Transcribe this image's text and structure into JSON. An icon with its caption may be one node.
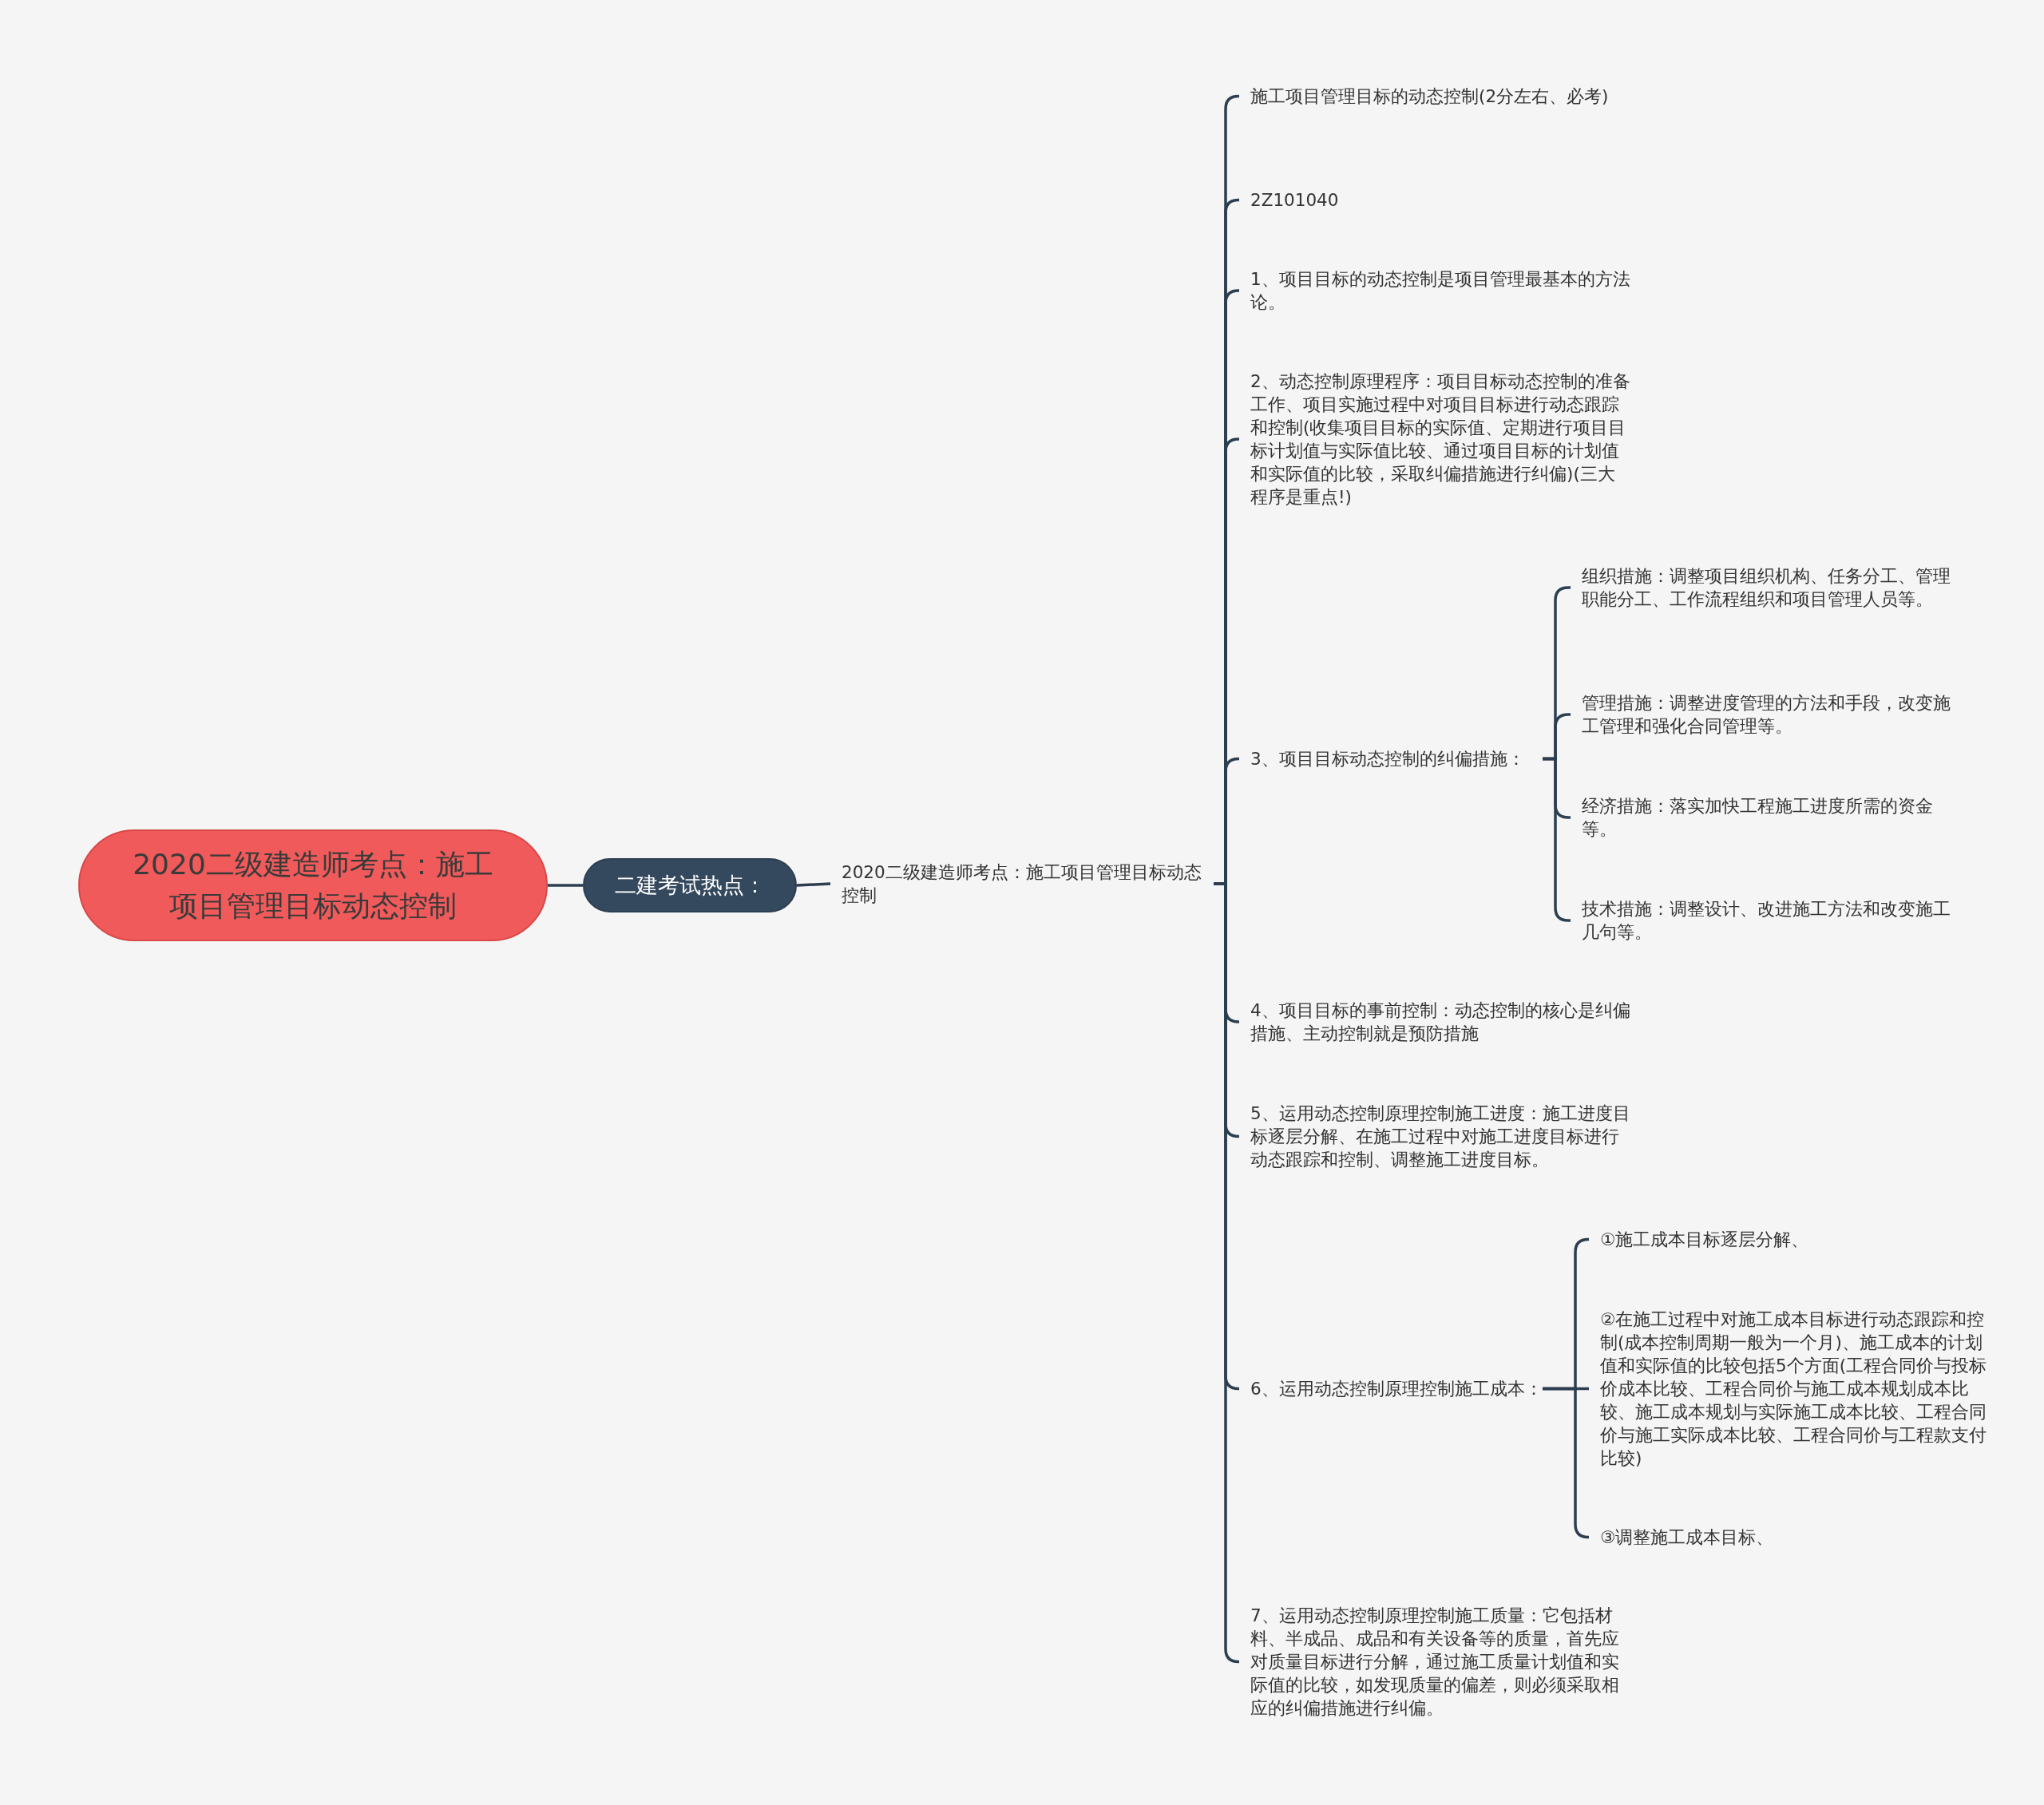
{
  "diagram": {
    "nodes": [
      {
        "text": [
          "2020二级建造师考点：施工项目管理目标动态控制"
        ]
      },
      {
        "text": [
          "二建考试热点："
        ]
      },
      {
        "text": [
          "2020二级建造师考点：施工项目管理目标动态控制"
        ]
      },
      {
        "text": [
          "施工项目管理目标的动态控制(2分左右、必考)"
        ]
      },
      {
        "text": [
          "2Z101040"
        ]
      },
      {
        "text": [
          "1、项目目标的动态控制是项目管理最基本的方法论。"
        ]
      },
      {
        "text": [
          "2、动态控制原理程序：项目目标动态控制的准备工作、项目实施过程中对项目目标进行动态跟踪和控制(收集项目目标的实际值、定期进行项目目标计划值与实际值比较、通过项目目标的计划值和实际值的比较，采取纠偏措施进行纠偏)(三大程序是重点!)"
        ]
      },
      {
        "text": [
          "3、项目目标动态控制的纠偏措施："
        ]
      },
      {
        "text": [
          "组织措施：调整项目组织机构、任务分工、管理职能分工、工作流程组织和项目管理人员等。"
        ]
      },
      {
        "text": [
          "管理措施：调整进度管理的方法和手段，改变施工管理和强化合同管理等。"
        ]
      },
      {
        "text": [
          "经济措施：落实加快工程施工进度所需的资金等。"
        ]
      },
      {
        "text": [
          "技术措施：调整设计、改进施工方法和改变施工几句等。"
        ]
      },
      {
        "text": [
          "4、项目目标的事前控制：动态控制的核心是纠偏措施、主动控制就是预防措施"
        ]
      },
      {
        "text": [
          "5、运用动态控制原理控制施工进度：施工进度目标逐层分解、在施工过程中对施工进度目标进行动态跟踪和控制、调整施工进度目标。"
        ]
      },
      {
        "text": [
          "6、运用动态控制原理控制施工成本："
        ]
      },
      {
        "text": [
          "①施工成本目标逐层分解、"
        ]
      },
      {
        "text": [
          "②在施工过程中对施工成本目标进行动态跟踪和控制(成本控制周期一般为一个月)、施工成本的计划值和实际值的比较包括5个方面(工程合同价与投标价成本比较、工程合同价与施工成本规划成本比较、施工成本规划与实际施工成本比较、工程合同价与施工实际成本比较、工程合同价与工程款支付比较)"
        ]
      },
      {
        "text": [
          "③调整施工成本目标、"
        ]
      },
      {
        "text": [
          "7、运用动态控制原理控制施工质量：它包括材料、半成品、成品和有关设备等的质量，首先应对质量目标进行分解，通过施工质量计划值和实际值的比较，如发现质量的偏差，则必须采取相应的纠偏措施进行纠偏。"
        ]
      }
    ],
    "edges": [
      {
        "from": 0,
        "to": 1,
        "arrow": "none"
      },
      {
        "from": 1,
        "to": 2,
        "arrow": "none"
      },
      {
        "from": 2,
        "to": 3,
        "arrow": "none"
      },
      {
        "from": 2,
        "to": 4,
        "arrow": "none"
      },
      {
        "from": 2,
        "to": 5,
        "arrow": "none"
      },
      {
        "from": 2,
        "to": 6,
        "arrow": "none"
      },
      {
        "from": 2,
        "to": 7,
        "arrow": "none"
      },
      {
        "from": 7,
        "to": 8,
        "arrow": "none"
      },
      {
        "from": 7,
        "to": 9,
        "arrow": "none"
      },
      {
        "from": 7,
        "to": 10,
        "arrow": "none"
      },
      {
        "from": 7,
        "to": 11,
        "arrow": "none"
      },
      {
        "from": 2,
        "to": 12,
        "arrow": "none"
      },
      {
        "from": 2,
        "to": 13,
        "arrow": "none"
      },
      {
        "from": 2,
        "to": 14,
        "arrow": "none"
      },
      {
        "from": 14,
        "to": 15,
        "arrow": "none"
      },
      {
        "from": 14,
        "to": 16,
        "arrow": "none"
      },
      {
        "from": 14,
        "to": 17,
        "arrow": "none"
      },
      {
        "from": 2,
        "to": 18,
        "arrow": "none"
      }
    ]
  }
}
